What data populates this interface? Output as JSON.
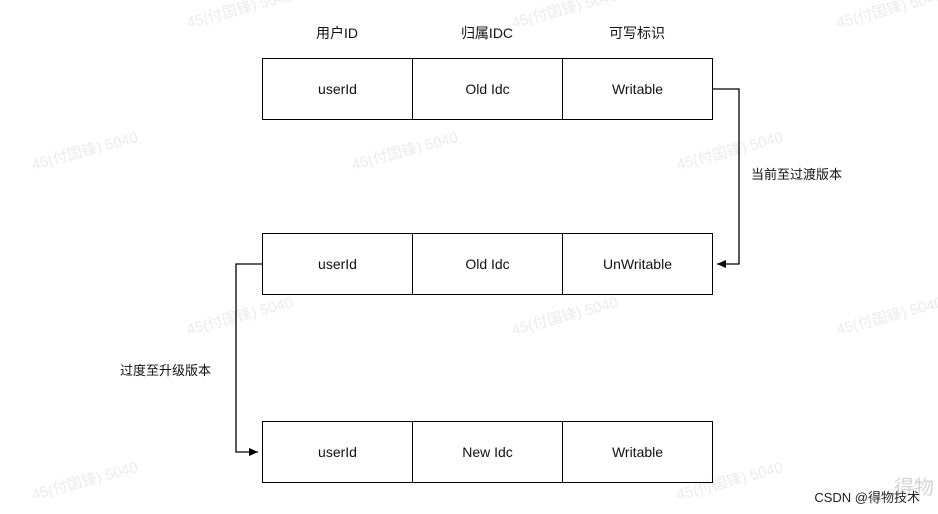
{
  "headers": [
    "用户ID",
    "归属IDC",
    "可写标识"
  ],
  "rows": [
    {
      "user": "userId",
      "idc": "Old Idc",
      "flag": "Writable"
    },
    {
      "user": "userId",
      "idc": "Old Idc",
      "flag": "UnWritable"
    },
    {
      "user": "userId",
      "idc": "New Idc",
      "flag": "Writable"
    }
  ],
  "transitions": {
    "first": "当前至过渡版本",
    "second": "过度至升级版本"
  },
  "watermark": "45(付国锋) 5040",
  "credit": "CSDN @得物技术",
  "corner_mark": "得物"
}
